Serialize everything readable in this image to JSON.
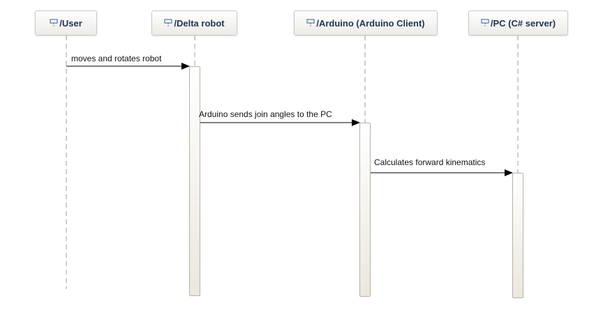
{
  "diagram": {
    "lifelines": [
      {
        "id": "user",
        "label": "/User"
      },
      {
        "id": "delta",
        "label": "/Delta robot"
      },
      {
        "id": "arduino",
        "label": "/Arduino (Arduino Client)"
      },
      {
        "id": "pc",
        "label": "/PC (C# server)"
      }
    ],
    "messages": [
      {
        "from": "user",
        "to": "delta",
        "label": "moves and rotates robot"
      },
      {
        "from": "delta",
        "to": "arduino",
        "label": "Arduino sends join angles to the PC"
      },
      {
        "from": "arduino",
        "to": "pc",
        "label": "Calculates forward kinematics"
      }
    ],
    "icon": "lifeline-icon"
  }
}
